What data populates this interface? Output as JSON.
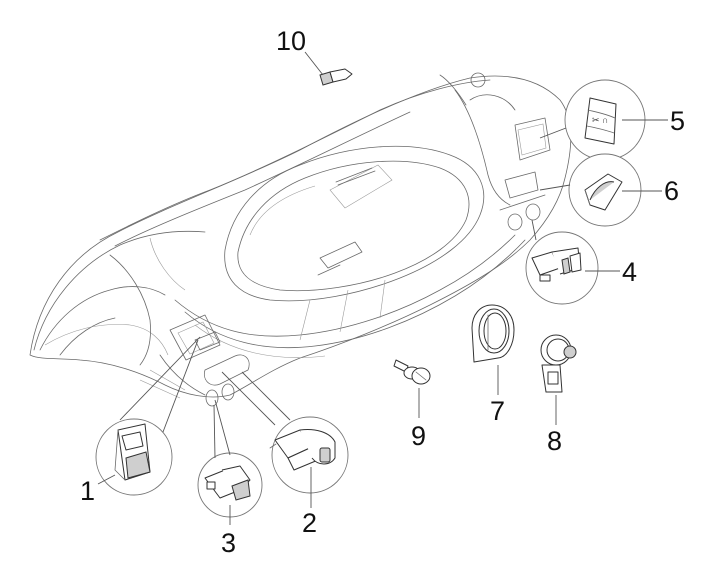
{
  "diagram": {
    "type": "exploded-parts-diagram",
    "subject": "scooter dashboard / handlebar cover with switches",
    "parts": [
      {
        "id": 1,
        "label": "1",
        "name": "rocker switch (left lower)"
      },
      {
        "id": 2,
        "label": "2",
        "name": "push switch with side lever"
      },
      {
        "id": 3,
        "label": "3",
        "name": "push button switch"
      },
      {
        "id": 4,
        "label": "4",
        "name": "double rocker switch (right)"
      },
      {
        "id": 5,
        "label": "5",
        "name": "switch cover with symbol"
      },
      {
        "id": 6,
        "label": "6",
        "name": "trim cap"
      },
      {
        "id": 7,
        "label": "7",
        "name": "ring bracket"
      },
      {
        "id": 8,
        "label": "8",
        "name": "bulb socket"
      },
      {
        "id": 9,
        "label": "9",
        "name": "bulb"
      },
      {
        "id": 10,
        "label": "10",
        "name": "small bulb"
      }
    ]
  }
}
